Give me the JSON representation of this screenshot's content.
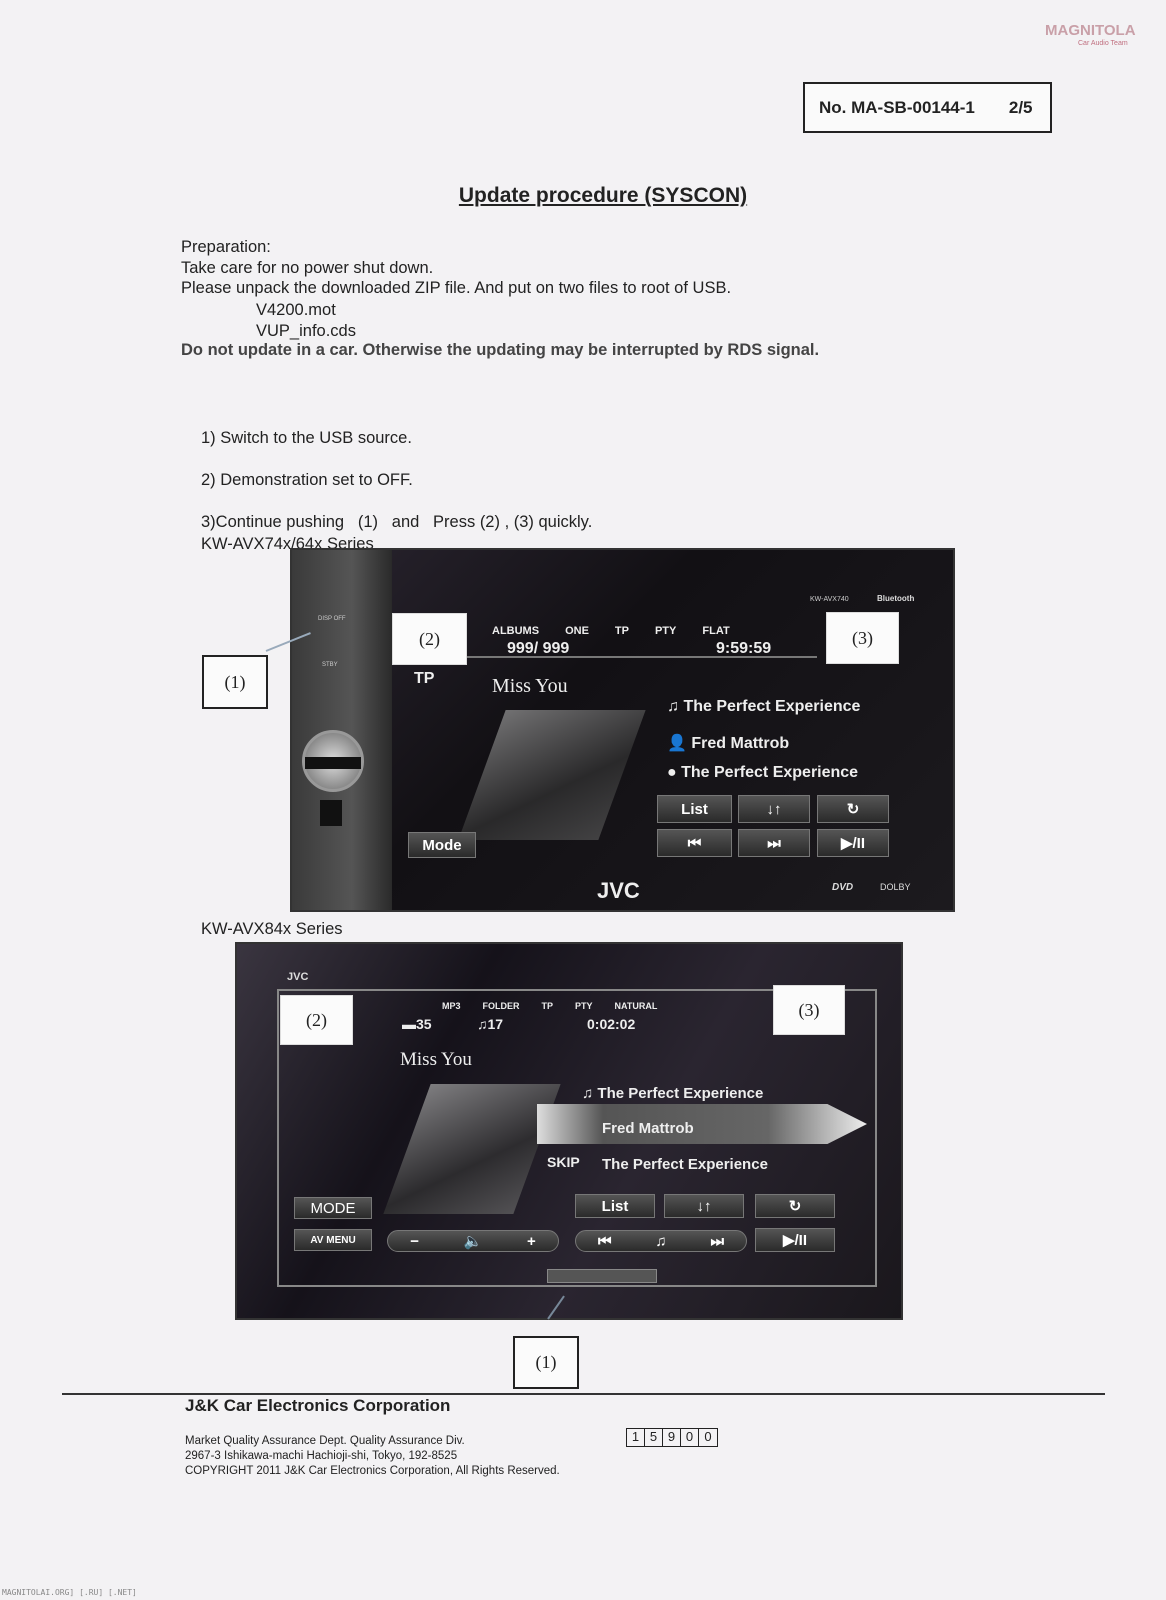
{
  "logo": {
    "text": "MAGNITOLA",
    "sub": "Car Audio Team"
  },
  "doc_number": "No. MA-SB-00144-1",
  "page": "2/5",
  "title": "Update procedure (SYSCON)",
  "preparation": {
    "heading": "Preparation:",
    "lines": [
      "Take care for no power shut down.",
      "Please unpack the downloaded ZIP file. And put on two files to root of USB."
    ],
    "files": [
      "V4200.mot",
      "VUP_info.cds"
    ],
    "warning": "Do not update in a car. Otherwise the updating may be interrupted by RDS signal."
  },
  "steps": [
    "1) Switch to the USB source.",
    "2) Demonstration set to OFF.",
    "3)Continue pushing   (1)   and   Press (2) , (3) quickly."
  ],
  "series1": {
    "label": "KW-AVX74x/64x Series",
    "model": "KW-AVX740",
    "bluetooth": "Bluetooth",
    "disp_off": "DISP OFF",
    "stby": "STBY",
    "status": [
      "ALBUMS",
      "ONE",
      "TP",
      "PTY",
      "FLAT"
    ],
    "track": "999/ 999",
    "time": "9:59:59",
    "tp": "TP",
    "song": "Miss You",
    "rows": [
      "The Perfect Experience",
      "Fred Mattrob",
      "The Perfect Experience"
    ],
    "buttons": [
      "List",
      "↓↑",
      "↻",
      "⏮",
      "⏭",
      "▶/II"
    ],
    "mode": "Mode",
    "brand": "JVC",
    "dvd": "DVD",
    "dolby": "DOLBY"
  },
  "series2": {
    "label": "KW-AVX84x Series",
    "brand": "JVC",
    "status": [
      "MP3",
      "FOLDER",
      "TP",
      "PTY",
      "NATURAL"
    ],
    "folder": "35",
    "track": "17",
    "time": "0:02:02",
    "song": "Miss You",
    "rows": [
      "The Perfect Experience",
      "Fred Mattrob",
      "The Perfect Experience"
    ],
    "skip": "SKIP",
    "mode": "MODE",
    "av_menu": "AV MENU",
    "buttons": [
      "List",
      "↓↑",
      "↻",
      "▶/II"
    ],
    "volume": [
      "−",
      "+"
    ],
    "transport": [
      "⏮",
      "♫",
      "⏭"
    ]
  },
  "callouts": {
    "one": "(1)",
    "two": "(2)",
    "three": "(3)"
  },
  "footer": {
    "company": "J&K Car Electronics Corporation",
    "lines": [
      "Market Quality Assurance Dept. Quality Assurance Div.",
      "2967-3 Ishikawa-machi Hachioji-shi, Tokyo, 192-8525",
      "COPYRIGHT 2011 J&K Car Electronics Corporation, All Rights Reserved."
    ],
    "stamp": [
      "1",
      "5",
      "9",
      "0",
      "0"
    ],
    "watermark": "MAGNITOLAI.ORG] [.RU] [.NET]"
  }
}
